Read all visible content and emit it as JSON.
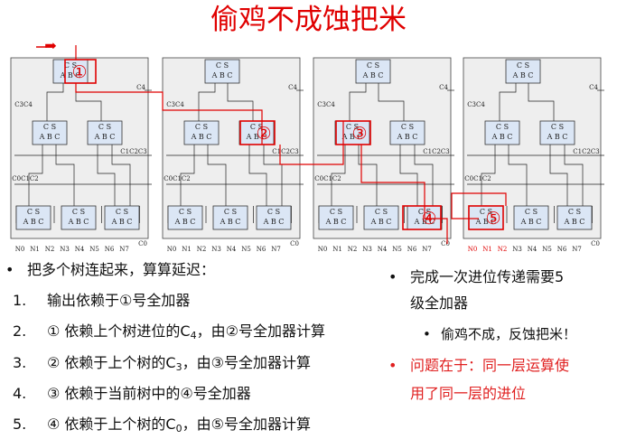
{
  "title": "偷鸡不成蚀把米",
  "diagram": {
    "fa_top": "C  S",
    "fa_bottom": "A  B  C",
    "carry_labels": {
      "c4": "C4",
      "c3c4": "C3C4",
      "c1c2c3": "C1C2C3",
      "c0c1c2": "C0C1C2",
      "c0": "C0"
    },
    "inputs": [
      "N0",
      "N1",
      "N2",
      "N3",
      "N4",
      "N5",
      "N6",
      "N7"
    ],
    "markers": [
      "①",
      "②",
      "③",
      "④",
      "⑤"
    ],
    "arrow_symbol": "➡"
  },
  "left": {
    "intro": "把多个树连起来，算算延迟：",
    "items": [
      {
        "num": "1.",
        "pre": "输出依赖于①号全加器",
        "sub": "",
        "post": ""
      },
      {
        "num": "2.",
        "pre": "① 依赖上个树进位的C",
        "sub": "4",
        "post": "，由②号全加器计算"
      },
      {
        "num": "3.",
        "pre": "② 依赖于上个树的C",
        "sub": "3",
        "post": "，由③号全加器计算"
      },
      {
        "num": "4.",
        "pre": "③ 依赖于当前树中的④号全加器",
        "sub": "",
        "post": ""
      },
      {
        "num": "5.",
        "pre": "④ 依赖于上个树的C",
        "sub": "0",
        "post": "，由⑤号全加器计算"
      }
    ]
  },
  "right": {
    "line1": "完成一次进位传递需要5",
    "line2": "级全加器",
    "sub_bullet": "偷鸡不成，反蚀把米！",
    "problem1": "问题在于：同一层运算使",
    "problem2": "用了同一层的进位"
  },
  "colors": {
    "red": "#e00000",
    "box_fill": "#dbe6f5",
    "panel_fill": "#eeeeee"
  }
}
